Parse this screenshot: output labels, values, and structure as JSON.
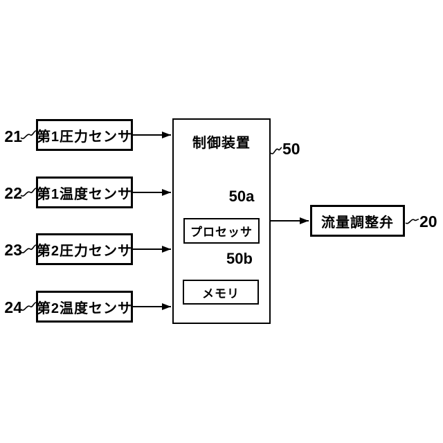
{
  "figure": {
    "background_color": "#ffffff",
    "line_color": "#000000",
    "description": "Block diagram: four sensors feed a control device containing a processor and memory; the control device drives a flow regulating valve."
  },
  "blocks": {
    "sensor1": {
      "label": "第1圧力センサ",
      "ref": "21"
    },
    "sensor2": {
      "label": "第1温度センサ",
      "ref": "22"
    },
    "sensor3": {
      "label": "第2圧力センサ",
      "ref": "23"
    },
    "sensor4": {
      "label": "第2温度センサ",
      "ref": "24"
    },
    "controller": {
      "label": "制御装置",
      "ref": "50"
    },
    "processor": {
      "label": "プロセッサ",
      "ref": "50a"
    },
    "memory": {
      "label": "メモリ",
      "ref": "50b"
    },
    "valve": {
      "label": "流量調整弁",
      "ref": "20"
    }
  },
  "edges": [
    {
      "from": "第1圧力センサ (21)",
      "to": "制御装置 (50)",
      "type": "arrow"
    },
    {
      "from": "第1温度センサ (22)",
      "to": "制御装置 (50)",
      "type": "arrow"
    },
    {
      "from": "第2圧力センサ (23)",
      "to": "制御装置 (50)",
      "type": "arrow"
    },
    {
      "from": "第2温度センサ (24)",
      "to": "制御装置 (50)",
      "type": "arrow"
    },
    {
      "from": "制御装置 (50)",
      "to": "流量調整弁 (20)",
      "type": "arrow"
    }
  ]
}
